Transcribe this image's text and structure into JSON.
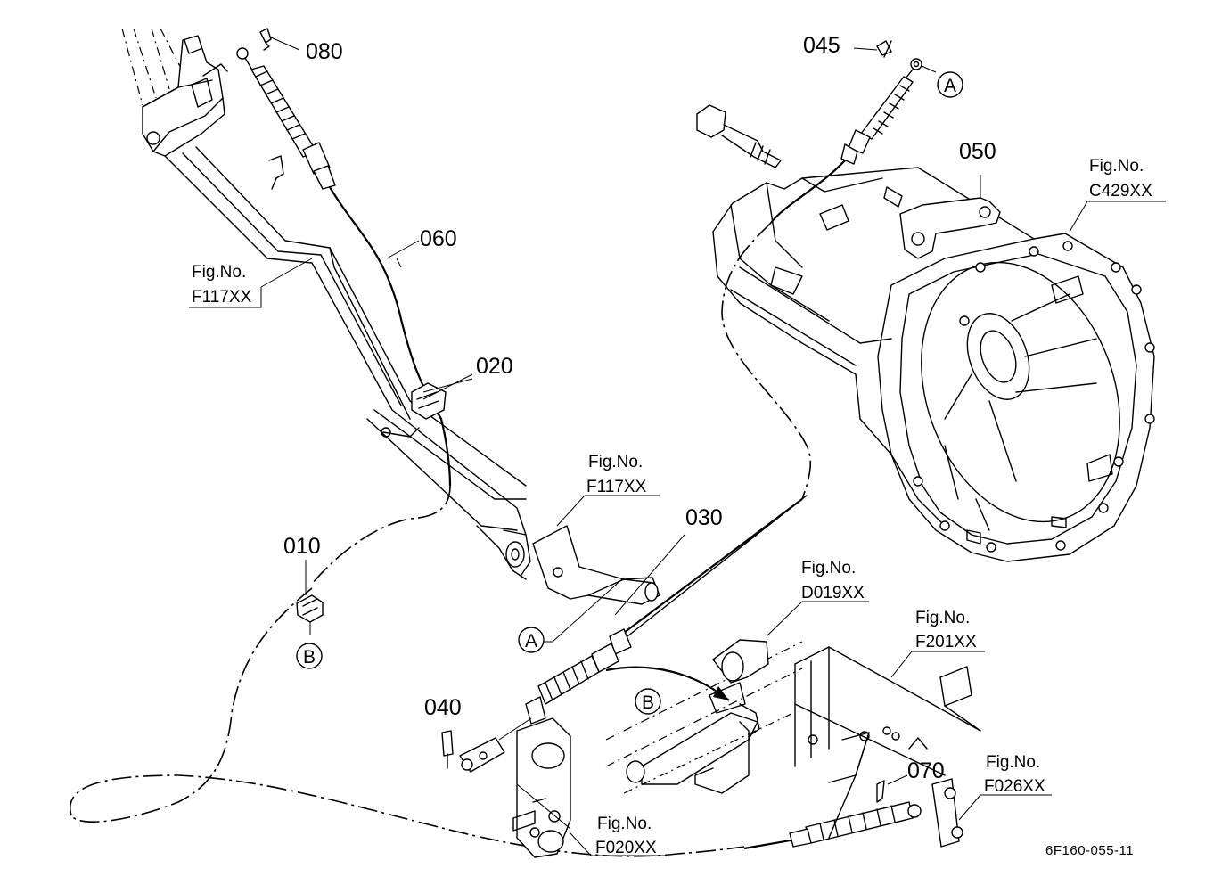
{
  "parts": {
    "p080": "080",
    "p045": "045",
    "p050": "050",
    "p060": "060",
    "p020": "020",
    "p030": "030",
    "p010": "010",
    "p040": "040",
    "p070": "070"
  },
  "figrefs": {
    "fig_label": "Fig.No.",
    "f117_upper": "F117XX",
    "f117_lower": "F117XX",
    "c429": "C429XX",
    "d019": "D019XX",
    "f201": "F201XX",
    "f026": "F026XX",
    "f020": "F020XX"
  },
  "callouts": {
    "a": "A",
    "b": "B"
  },
  "diagram_code": "6F160-055-11"
}
